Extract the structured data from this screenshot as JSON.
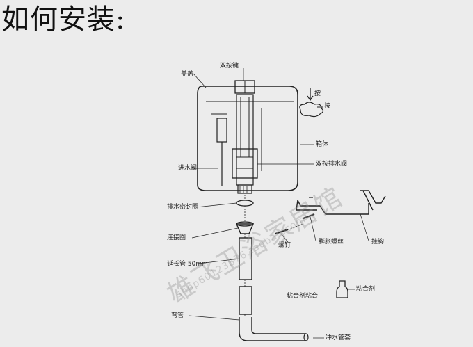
{
  "title": "如何安装:",
  "labels": {
    "cover": "盖盖",
    "dual_button": "双按键",
    "press": "按",
    "press2": "按",
    "tank_body": "箱体",
    "inlet_valve": "进水阀",
    "dual_flush_valve": "双按排水阀",
    "drain_seal": "排水密封圈",
    "sealing_ring": "连接圈",
    "extension_pipe": "延长管",
    "extension_pipe_size": "50mm",
    "nail": "螺钉",
    "expansion_screw": "膨胀螺丝",
    "hook": "挂钩",
    "glue_joint": "粘合剂粘合",
    "adhesive": "粘合剂",
    "elbow": "弯管",
    "flush_pipe_sleeve": "冲水管套"
  },
  "watermark": {
    "main": "雄飞卫浴家居馆",
    "url": "shop60123876.taobao.com"
  }
}
